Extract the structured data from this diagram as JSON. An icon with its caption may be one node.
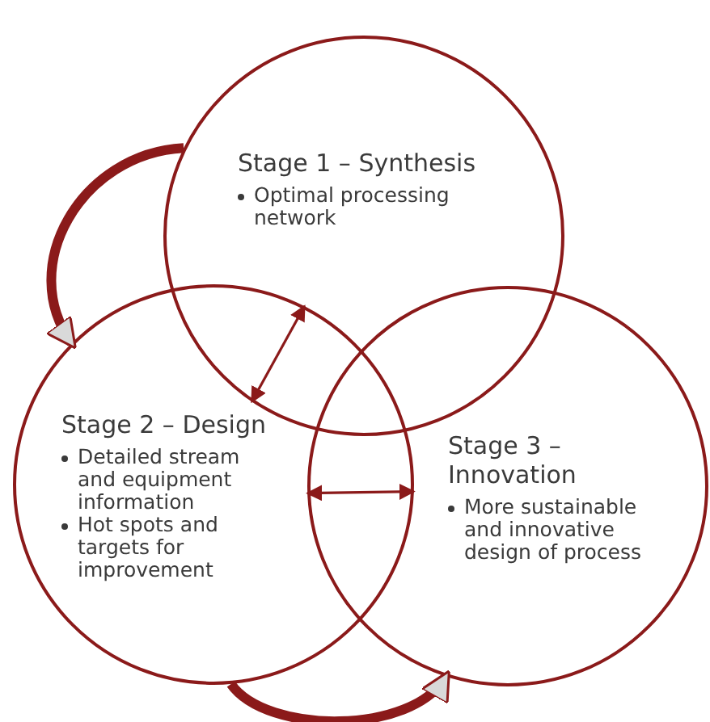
{
  "diagram": {
    "nodes": [
      {
        "text": [
          "Stage 1 – Synthesis",
          "Optimal processing network"
        ]
      },
      {
        "text": [
          "Stage 2 – Design",
          "Detailed stream and equipment information",
          "Hot spots and targets for improvement"
        ]
      },
      {
        "text": [
          "Stage 3 – Innovation",
          "More sustainable and innovative design of process"
        ]
      }
    ],
    "edges": [
      {
        "from": 0,
        "to": 1,
        "arrow": "to",
        "style": "thick"
      },
      {
        "from": 0,
        "to": 1,
        "arrow": "both"
      },
      {
        "from": 1,
        "to": 2,
        "arrow": "both"
      },
      {
        "from": 1,
        "to": 2,
        "arrow": "to",
        "style": "thick"
      }
    ]
  }
}
